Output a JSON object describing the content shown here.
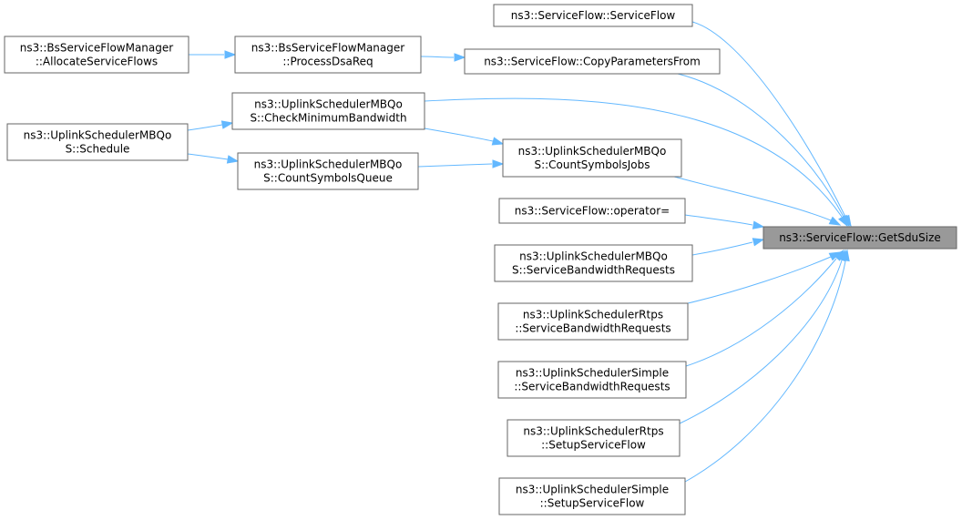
{
  "graph": {
    "colors": {
      "edge": "#63b8ff",
      "node_border": "#666666",
      "target_fill": "#999999",
      "node_fill": "#ffffff"
    },
    "nodes": [
      {
        "id": "target",
        "lines": [
          "ns3::ServiceFlow::GetSduSize"
        ]
      },
      {
        "id": "sf-ctor",
        "lines": [
          "ns3::ServiceFlow::ServiceFlow"
        ]
      },
      {
        "id": "copy-params",
        "lines": [
          "ns3::ServiceFlow::CopyParametersFrom"
        ]
      },
      {
        "id": "process-dsa",
        "lines": [
          "ns3::BsServiceFlowManager",
          "::ProcessDsaReq"
        ]
      },
      {
        "id": "allocate",
        "lines": [
          "ns3::BsServiceFlowManager",
          "::AllocateServiceFlows"
        ]
      },
      {
        "id": "check-min-bw",
        "lines": [
          "ns3::UplinkSchedulerMBQo",
          "S::CheckMinimumBandwidth"
        ]
      },
      {
        "id": "schedule",
        "lines": [
          "ns3::UplinkSchedulerMBQo",
          "S::Schedule"
        ]
      },
      {
        "id": "count-jobs",
        "lines": [
          "ns3::UplinkSchedulerMBQo",
          "S::CountSymbolsJobs"
        ]
      },
      {
        "id": "count-queue",
        "lines": [
          "ns3::UplinkSchedulerMBQo",
          "S::CountSymbolsQueue"
        ]
      },
      {
        "id": "operator-eq",
        "lines": [
          "ns3::ServiceFlow::operator="
        ]
      },
      {
        "id": "mbqos-sbr",
        "lines": [
          "ns3::UplinkSchedulerMBQo",
          "S::ServiceBandwidthRequests"
        ]
      },
      {
        "id": "rtps-sbr",
        "lines": [
          "ns3::UplinkSchedulerRtps",
          "::ServiceBandwidthRequests"
        ]
      },
      {
        "id": "simple-sbr",
        "lines": [
          "ns3::UplinkSchedulerSimple",
          "::ServiceBandwidthRequests"
        ]
      },
      {
        "id": "rtps-setup",
        "lines": [
          "ns3::UplinkSchedulerRtps",
          "::SetupServiceFlow"
        ]
      },
      {
        "id": "simple-setup",
        "lines": [
          "ns3::UplinkSchedulerSimple",
          "::SetupServiceFlow"
        ]
      }
    ],
    "edges": [
      {
        "from": "sf-ctor",
        "to": "target"
      },
      {
        "from": "copy-params",
        "to": "target"
      },
      {
        "from": "check-min-bw",
        "to": "target"
      },
      {
        "from": "count-jobs",
        "to": "target"
      },
      {
        "from": "operator-eq",
        "to": "target"
      },
      {
        "from": "mbqos-sbr",
        "to": "target"
      },
      {
        "from": "rtps-sbr",
        "to": "target"
      },
      {
        "from": "simple-sbr",
        "to": "target"
      },
      {
        "from": "rtps-setup",
        "to": "target"
      },
      {
        "from": "simple-setup",
        "to": "target"
      },
      {
        "from": "process-dsa",
        "to": "copy-params"
      },
      {
        "from": "allocate",
        "to": "process-dsa"
      },
      {
        "from": "check-min-bw",
        "to": "count-jobs"
      },
      {
        "from": "schedule",
        "to": "check-min-bw"
      },
      {
        "from": "schedule",
        "to": "count-queue"
      },
      {
        "from": "count-queue",
        "to": "count-jobs"
      }
    ]
  }
}
